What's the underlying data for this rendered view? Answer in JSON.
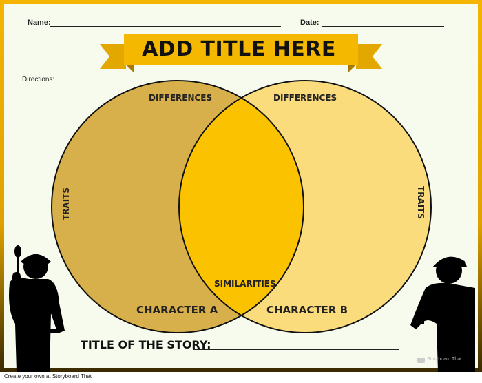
{
  "header": {
    "name_label": "Name:",
    "date_label": "Date:"
  },
  "title_banner": {
    "text": "ADD TITLE HERE",
    "color": "#f5b800"
  },
  "directions_label": "Directions:",
  "venn": {
    "left_differences": "DIFFERENCES",
    "right_differences": "DIFFERENCES",
    "left_traits": "TRAITS",
    "right_traits": "TRAITS",
    "similarities": "SIMILARITIES",
    "left_character": "CHARACTER A",
    "right_character": "CHARACTER B",
    "colors": {
      "left": "#d7b04c",
      "right": "#fbdc7c",
      "overlap": "#fbc200"
    }
  },
  "story_title_label": "TITLE OF THE STORY:",
  "footer_text": "Create your own at Storyboard That",
  "watermark": {
    "text": "Storyboard That"
  }
}
